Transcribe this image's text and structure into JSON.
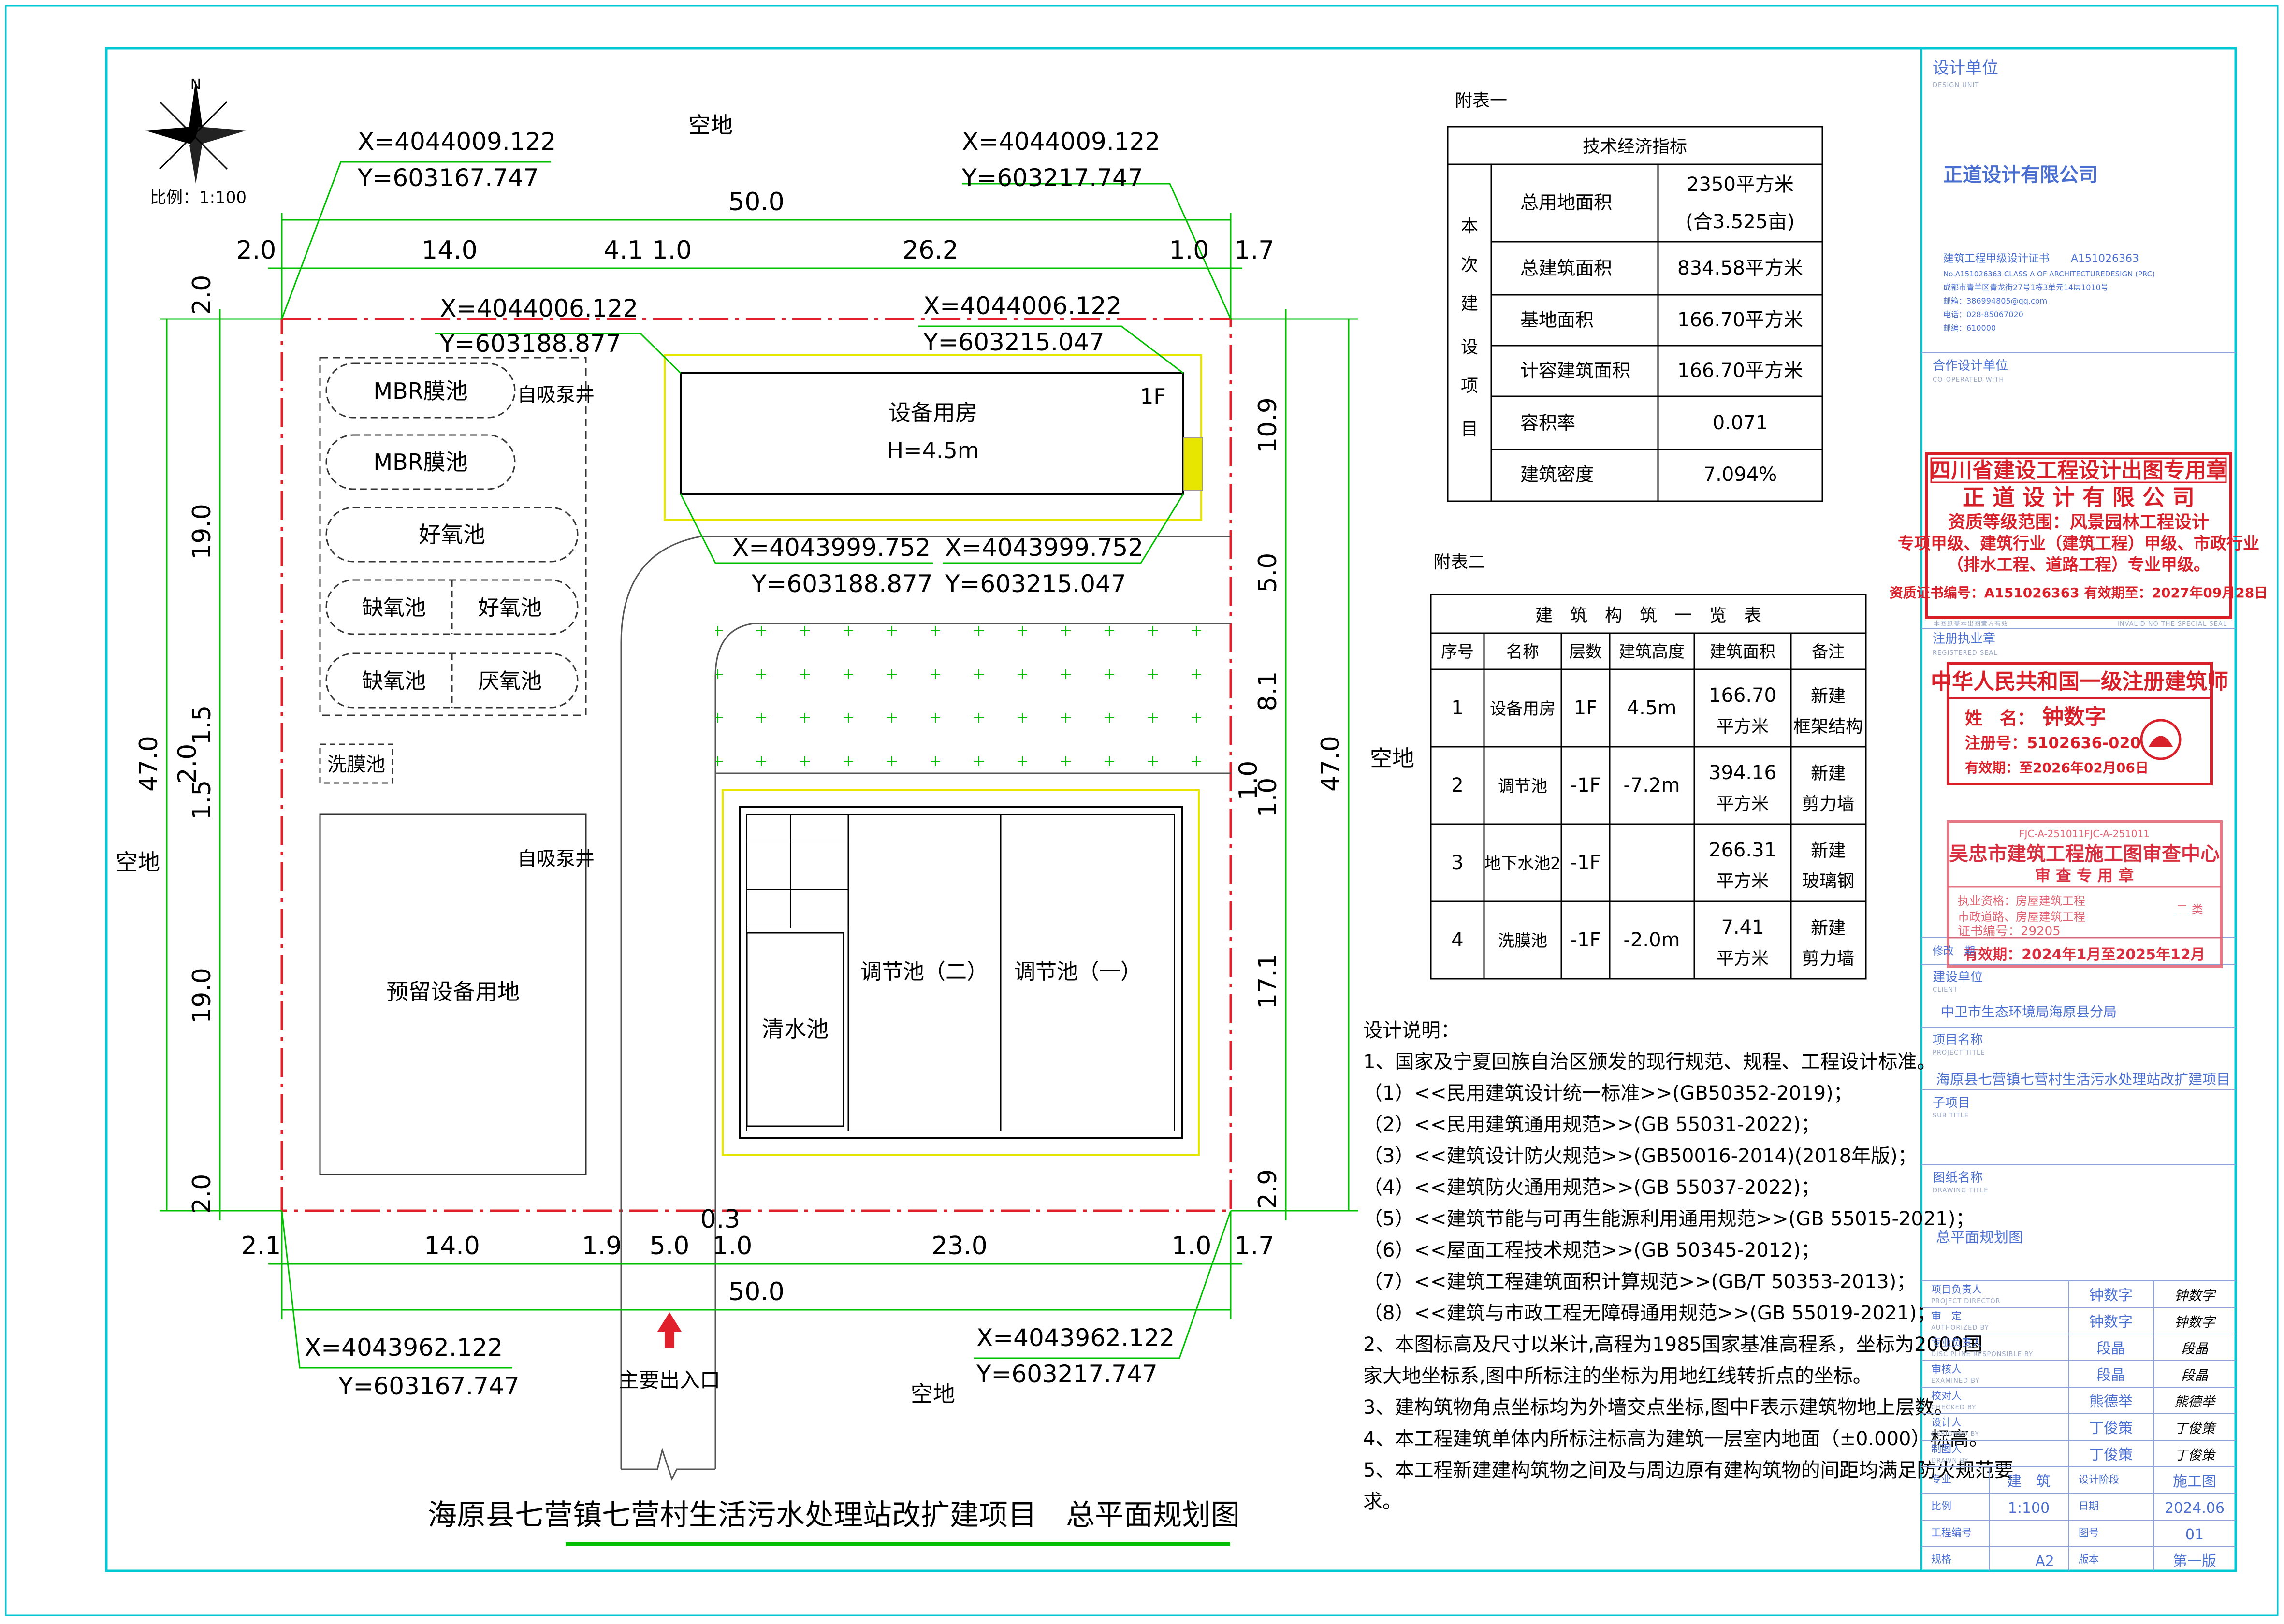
{
  "drawing": {
    "title": "海原县七营镇七营村生活污水处理站改扩建项目　总平面规划图",
    "north": "N",
    "scale": "比例：1:100",
    "main_entrance": "主要出入口",
    "open_land": "空地"
  },
  "dims": {
    "top_total": "50.0",
    "top_segments": [
      "2.0",
      "14.0",
      "4.1",
      "1.0",
      "26.2",
      "1.0",
      "1.7"
    ],
    "bottom_total": "50.0",
    "bottom_segments": [
      "2.1",
      "14.0",
      "1.9",
      "5.0",
      "0.3",
      "1.0",
      "23.0",
      "1.0",
      "1.7"
    ],
    "left_total": "47.0",
    "left_segments": [
      "2.0",
      "19.0",
      "1.5",
      "2.0",
      "1.5",
      "19.0",
      "2.0"
    ],
    "right_total": "47.0",
    "right_segments": [
      "10.9",
      "5.0",
      "8.1",
      "1.0",
      "1.0",
      "17.1",
      "2.9"
    ]
  },
  "coords": {
    "c1": [
      "X=4044009.122",
      "Y=603167.747"
    ],
    "c2": [
      "X=4044009.122",
      "Y=603217.747"
    ],
    "c3": [
      "X=4044006.122",
      "Y=603188.877"
    ],
    "c4": [
      "X=4044006.122",
      "Y=603215.047"
    ],
    "c5": [
      "X=4043999.752",
      "Y=603188.877"
    ],
    "c6": [
      "X=4043999.752",
      "Y=603215.047"
    ],
    "c7": [
      "X=4043962.122",
      "Y=603167.747"
    ],
    "c8": [
      "X=4043962.122",
      "Y=603217.747"
    ]
  },
  "structures": {
    "mbr1": "MBR膜池",
    "mbr2": "MBR膜池",
    "self_pump1": "自吸泵井",
    "aerobic": "好氧池",
    "anoxic1": "缺氧池",
    "aerobic2": "好氧池",
    "anoxic2": "缺氧池",
    "anaerobic": "厌氧池",
    "wash": "洗膜池",
    "self_pump2": "自吸泵井",
    "reserved": "预留设备用地",
    "equipment": "设备用房",
    "equipment_h": "H=4.5m",
    "equipment_floor": "1F",
    "clear": "清水池",
    "reg2": "调节池（二）",
    "reg1": "调节池（一）"
  },
  "table1": {
    "caption": "附表一",
    "header": "技术经济指标",
    "side": [
      "本",
      "次",
      "建",
      "设",
      "项",
      "目"
    ],
    "rows": [
      {
        "name": "总用地面积",
        "value": "2350平方米",
        "value2": "(合3.525亩)"
      },
      {
        "name": "总建筑面积",
        "value": "834.58平方米"
      },
      {
        "name": "基地面积",
        "value": "166.70平方米"
      },
      {
        "name": "计容建筑面积",
        "value": "166.70平方米"
      },
      {
        "name": "容积率",
        "value": "0.071"
      },
      {
        "name": "建筑密度",
        "value": "7.094%"
      }
    ]
  },
  "table2": {
    "caption": "附表二",
    "header": "建　筑　构　筑　一　览　表",
    "columns": [
      "序号",
      "名称",
      "层数",
      "建筑高度",
      "建筑面积",
      "备注"
    ],
    "rows": [
      {
        "no": "1",
        "name": "设备用房",
        "floors": "1F",
        "height": "4.5m",
        "area": "166.70",
        "unit": "平方米",
        "note": "新建",
        "note2": "框架结构"
      },
      {
        "no": "2",
        "name": "调节池",
        "floors": "-1F",
        "height": "-7.2m",
        "area": "394.16",
        "unit": "平方米",
        "note": "新建",
        "note2": "剪力墙"
      },
      {
        "no": "3",
        "name": "地下水池2",
        "floors": "-1F",
        "height": "",
        "area": "266.31",
        "unit": "平方米",
        "note": "新建",
        "note2": "玻璃钢"
      },
      {
        "no": "4",
        "name": "洗膜池",
        "floors": "-1F",
        "height": "-2.0m",
        "area": "7.41",
        "unit": "平方米",
        "note": "新建",
        "note2": "剪力墙"
      }
    ]
  },
  "notes": {
    "heading": "设计说明：",
    "lines": [
      "1、国家及宁夏回族自治区颁发的现行规范、规程、工程设计标准。",
      "（1）<<民用建筑设计统一标准>>(GB50352-2019)；",
      "（2）<<民用建筑通用规范>>(GB 55031-2022)；",
      "（3）<<建筑设计防火规范>>(GB50016-2014)(2018年版)；",
      "（4）<<建筑防火通用规范>>(GB 55037-2022)；",
      "（5）<<建筑节能与可再生能源利用通用规范>>(GB 55015-2021)；",
      "（6）<<屋面工程技术规范>>(GB 50345-2012)；",
      "（7）<<建筑工程建筑面积计算规范>>(GB/T 50353-2013)；",
      "（8）<<建筑与市政工程无障碍通用规范>>(GB 55019-2021)；",
      "2、本图标高及尺寸以米计,高程为1985国家基准高程系，坐标为2000国",
      "家大地坐标系,图中所标注的坐标为用地红线转折点的坐标。",
      "3、建构筑物角点坐标均为外墙交点坐标,图中F表示建筑物地上层数。",
      "4、本工程建筑单体内所标注标高为建筑一层室内地面（±0.000）标高。",
      "5、本工程新建建构筑物之间及与周边原有建构筑物的间距均满足防火规范要",
      "求。"
    ]
  },
  "titleblock": {
    "design_unit_label": "设计单位",
    "design_unit_sub": "DESIGN UNIT",
    "company": "正道设计有限公司",
    "cert": "建筑工程甲级设计证书　　A151026363",
    "cert_en": "No.A151026363 CLASS A OF ARCHITECTUREDESIGN (PRC)",
    "addr": "成都市青羊区青龙街27号1栋3单元14层1010号",
    "email": "邮箱：386994805@qq.com",
    "tel": "电话：028-85067020",
    "zip": "邮编：610000",
    "coop_label": "合作设计单位",
    "coop_sub": "CO-OPERATED WITH",
    "stamp1_title": "四川省建设工程设计出图专用章",
    "stamp1_company": "正 道 设 计 有 限 公 司",
    "stamp1_scope1": "资质等级范围：风景园林工程设计",
    "stamp1_scope2": "专项甲级、建筑行业（建筑工程）甲级、市政行业",
    "stamp1_scope3": "（排水工程、道路工程）专业甲级。",
    "stamp1_cert": "资质证书编号：A151026363 有效期至：2027年09月28日",
    "stamp1_note": "本图纸盖本出图章方有效",
    "stamp1_note_en": "INVALID NO THE SPECIAL SEAL",
    "reg_label": "注册执业章",
    "reg_sub": "REGISTERED SEAL",
    "stamp2_title": "中华人民共和国一级注册建筑师",
    "stamp2_name_label": "姓　名：",
    "stamp2_name": "钟数字",
    "stamp2_no": "注册号：5102636-020",
    "stamp2_valid": "有效期：至2026年02月06日",
    "stamp3_head": "FJC-A-251011FJC-A-251011",
    "stamp3_title": "吴忠市建筑工程施工图审查中心",
    "stamp3_sub": "审 查 专 用 章",
    "stamp3_row1": "执业资格：房屋建筑工程",
    "stamp3_row2": "市政道路、房屋建筑工程",
    "stamp3_grade": "二 类",
    "stamp3_cert": "证书编号：29205",
    "stamp3_valid": "有效期：2024年1月至2025年12月",
    "revise_label": "修改　期",
    "owner_label": "建设单位",
    "owner_sub": "CLIENT",
    "owner": "中卫市生态环境局海原县分局",
    "project_label": "项目名称",
    "project_sub": "PROJECT TITLE",
    "project": "海原县七营镇七营村生活污水处理站改扩建项目",
    "subitem_label": "子项目",
    "subitem_sub": "SUB TITLE",
    "drawing_label": "图纸名称",
    "drawing_sub": "DRAWING TITLE",
    "drawing_name": "总平面规划图",
    "roles": [
      {
        "label": "项目负责人",
        "sub": "PROJECT DIRECTOR",
        "name": "钟数字",
        "sign": "钟数字"
      },
      {
        "label": "审　定",
        "sub": "AUTHORIZED BY",
        "name": "钟数字",
        "sign": "钟数字"
      },
      {
        "label": "专业负责人",
        "sub": "DISCIPLINE RESPONSIBLE BY",
        "name": "段晶",
        "sign": "段晶"
      },
      {
        "label": "审核人",
        "sub": "EXAMINED BY",
        "name": "段晶",
        "sign": "段晶"
      },
      {
        "label": "校对人",
        "sub": "CHECKED BY",
        "name": "熊德举",
        "sign": "熊德举"
      },
      {
        "label": "设计人",
        "sub": "DESIGNED BY",
        "name": "丁俊策",
        "sign": "丁俊策"
      },
      {
        "label": "制图人",
        "sub": "DRAWN BY",
        "name": "丁俊策",
        "sign": "丁俊策"
      }
    ],
    "specialty_label": "专业",
    "specialty": "建　筑",
    "stage_label": "设计阶段",
    "stage": "施工图",
    "scale_label": "比例",
    "scale": "1:100",
    "date_label": "日期",
    "date": "2024.06",
    "proj_no_label": "工程编号",
    "drawing_no_label": "图号",
    "drawing_no": "01",
    "size_label": "规格",
    "size": "A2",
    "version_label": "版本",
    "version": "第一版"
  },
  "colors": {
    "frame": "#00c8d4",
    "redline": "#e0202a",
    "dim": "#00c000",
    "yellow": "#e6e600",
    "title_blue": "#4a6fd0",
    "stamp": "#d8202a"
  }
}
